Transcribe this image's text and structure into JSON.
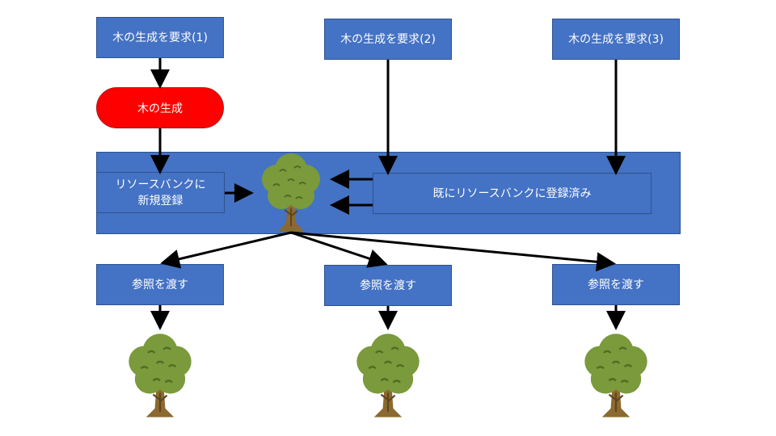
{
  "colors": {
    "box_fill": "#4472c4",
    "box_border": "#2f528f",
    "highlight_fill": "#ff0000",
    "arrow": "#000000",
    "tree_foliage": "#7a9a3c",
    "tree_trunk": "#8b6a2f"
  },
  "requests": [
    {
      "label": "木の生成を要求(1)"
    },
    {
      "label": "木の生成を要求(2)"
    },
    {
      "label": "木の生成を要求(3)"
    }
  ],
  "create_step": {
    "label": "木の生成"
  },
  "bank": {
    "register_label": "リソースバンクに\n新規登録",
    "existing_label": "既にリソースバンクに登録済み"
  },
  "outputs": [
    {
      "label": "参照を渡す"
    },
    {
      "label": "参照を渡す"
    },
    {
      "label": "参照を渡す"
    }
  ],
  "icons": [
    "tree-icon"
  ]
}
